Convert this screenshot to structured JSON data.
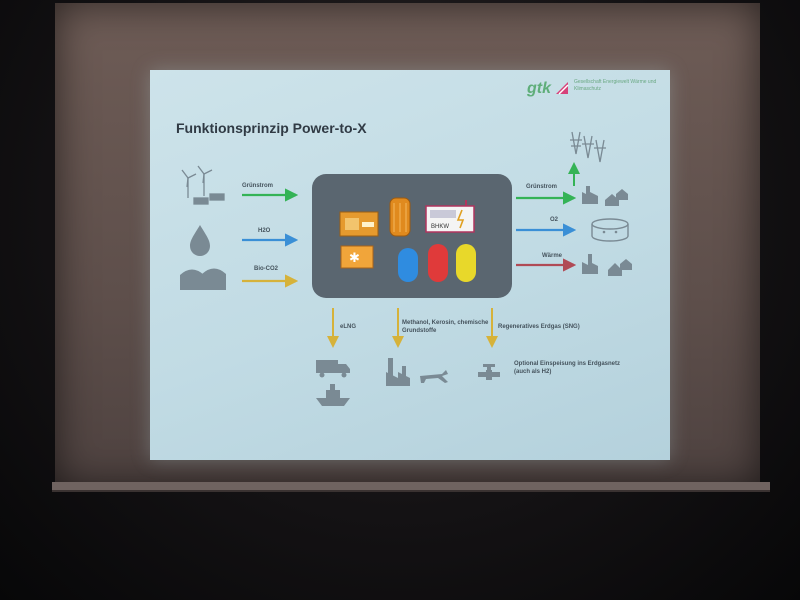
{
  "slide": {
    "logo_text": "gtk",
    "logo_subtitle": "Gesellschaft Energiewelt Wärme und Klimaschutz",
    "title": "Funktionsprinzip Power-to-X"
  },
  "inputs": [
    {
      "icon": "wind-turbine-icon",
      "label": "Grünstrom",
      "color": "#34b356"
    },
    {
      "icon": "water-drop-icon",
      "label": "H2O",
      "color": "#3a8fd6"
    },
    {
      "icon": "biogas-tank-icon",
      "label": "Bio-CO2",
      "color": "#d6b23a"
    }
  ],
  "plant": {
    "chp_label": "BHKW"
  },
  "outputs_right": [
    {
      "icon": "power-grid-industry-icon",
      "label": "Grünstrom",
      "color": "#34b356"
    },
    {
      "icon": "storage-tank-icon",
      "label": "O2",
      "color": "#3a8fd6"
    },
    {
      "icon": "heat-network-icon",
      "label": "Wärme",
      "color": "#b04a55"
    }
  ],
  "outputs_bottom": [
    {
      "label": "eLNG",
      "icons": [
        "truck-icon",
        "ship-icon"
      ]
    },
    {
      "label": "Methanol, Kerosin, chemische Grundstoffe",
      "icons": [
        "factory-icon",
        "airplane-icon"
      ]
    },
    {
      "label": "Regeneratives Erdgas (SNG)",
      "sub_label": "Optional Einspeisung ins Erdgasnetz (auch als H2)",
      "icons": [
        "gas-valve-icon"
      ]
    }
  ],
  "colors": {
    "slide_bg": "#c1dbe4",
    "box": "#5a6670",
    "icon_gray": "#7a8a94",
    "arrow_green": "#34b356",
    "arrow_blue": "#3a8fd6",
    "arrow_yellow": "#d6b23a",
    "arrow_red": "#b04a55"
  }
}
